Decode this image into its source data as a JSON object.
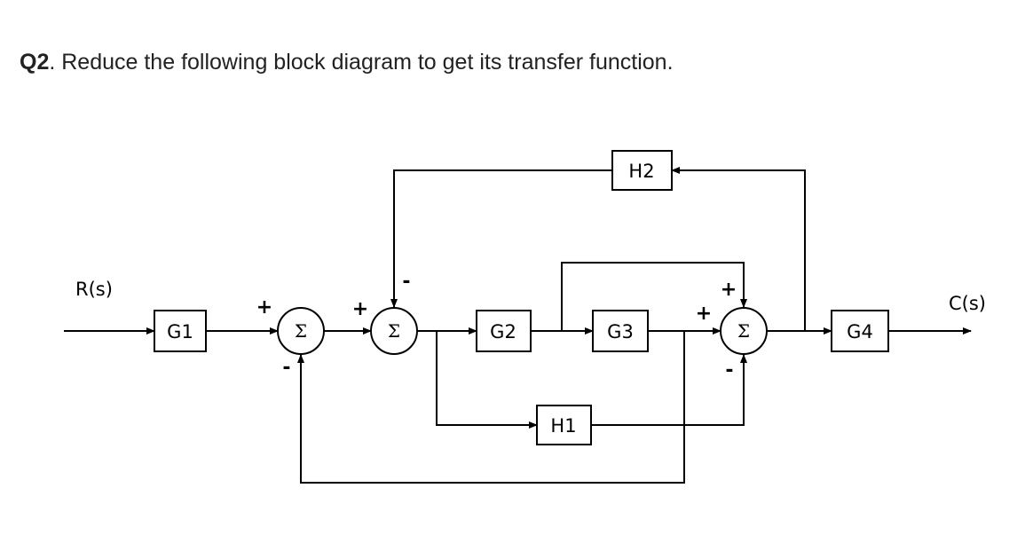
{
  "question": {
    "number": "Q2",
    "text": ". Reduce the following block diagram to get its transfer function."
  },
  "diagram": {
    "input": "R(s)",
    "output": "C(s)",
    "blocks": {
      "g1": "G1",
      "g2": "G2",
      "g3": "G3",
      "g4": "G4",
      "h1": "H1",
      "h2": "H2"
    },
    "summing_symbol": "Σ",
    "signs": {
      "sum1_top": "+",
      "sum1_bottom": "-",
      "sum2_left": "+",
      "sum2_top": "-",
      "sum3_top": "+",
      "sum3_left": "+",
      "sum3_bottom": "-"
    }
  }
}
